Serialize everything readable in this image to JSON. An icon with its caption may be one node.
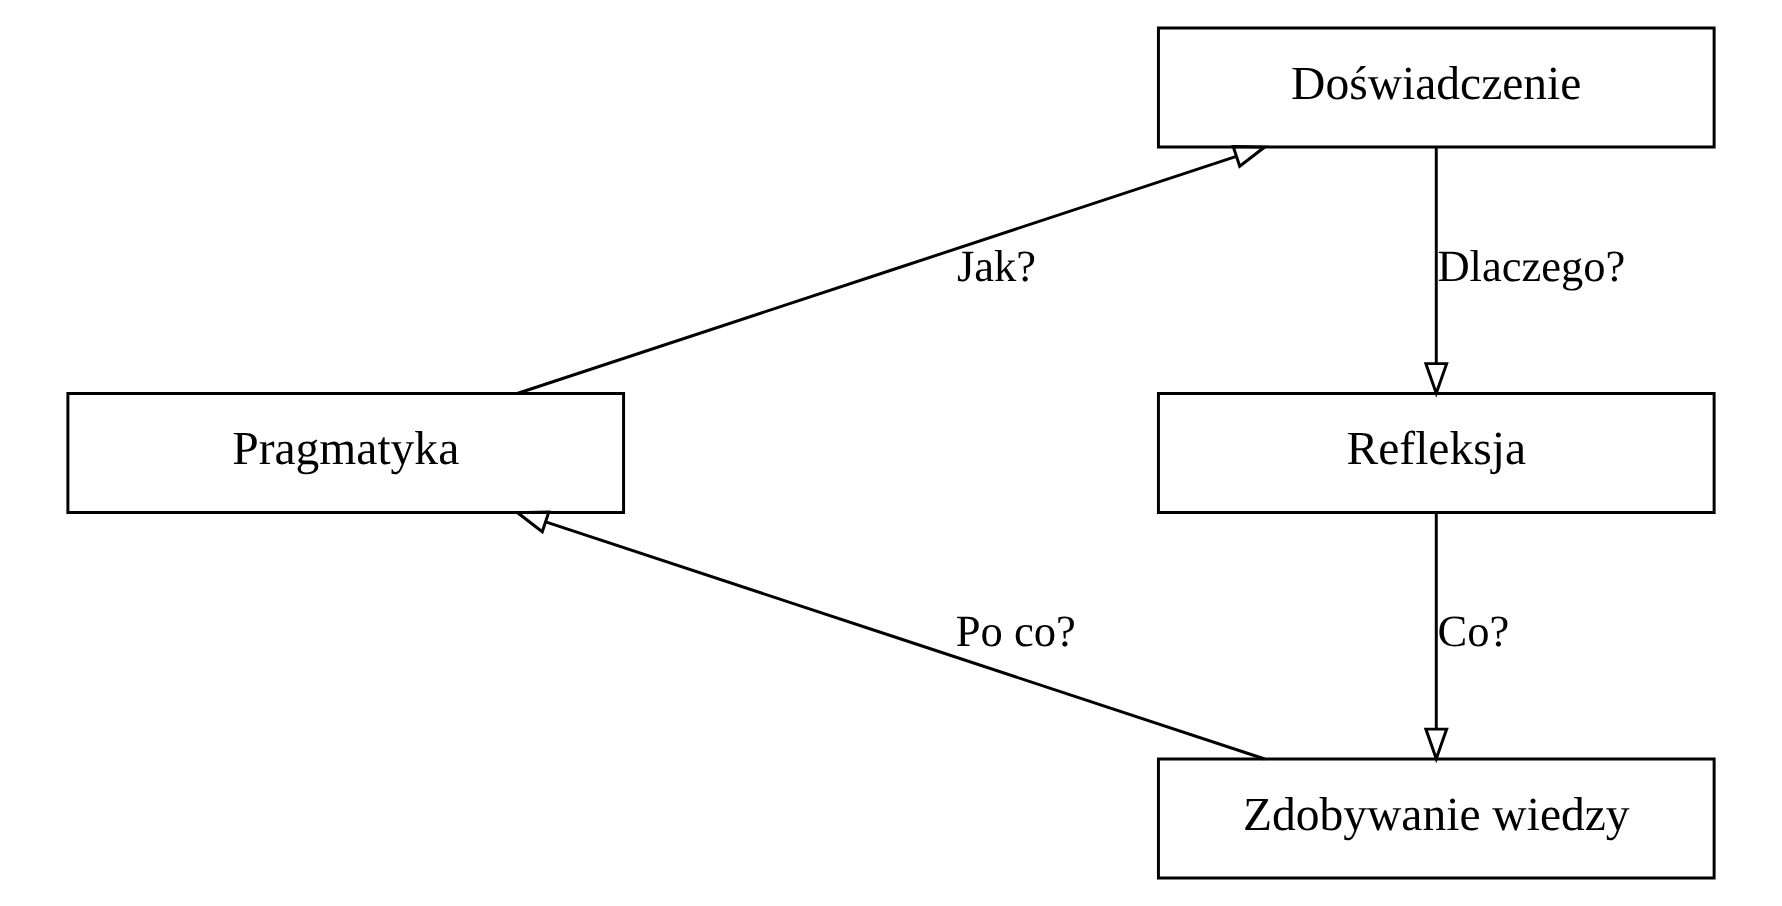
{
  "diagram": {
    "nodes": [
      {
        "text": [
          "Doświadczenie"
        ]
      },
      {
        "text": [
          "Refleksja"
        ]
      },
      {
        "text": [
          "Zdobywanie wiedzy"
        ]
      },
      {
        "text": [
          "Pragmatyka"
        ]
      }
    ],
    "edges": [
      {
        "from": 0,
        "to": 1,
        "arrow": "to",
        "label": "Dlaczego?"
      },
      {
        "from": 1,
        "to": 2,
        "arrow": "to",
        "label": "Co?"
      },
      {
        "from": 2,
        "to": 3,
        "arrow": "to",
        "label": "Po co?"
      },
      {
        "from": 3,
        "to": 0,
        "arrow": "to",
        "label": "Jak?"
      }
    ]
  }
}
